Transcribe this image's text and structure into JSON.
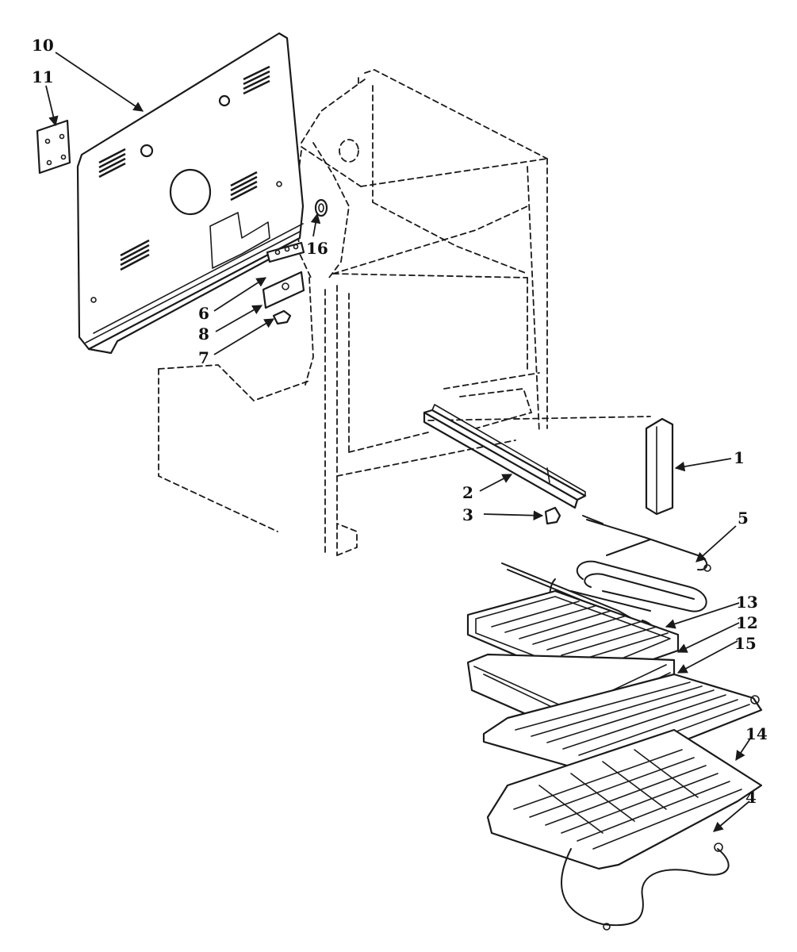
{
  "labels": {
    "l1": "1",
    "l2": "2",
    "l3": "3",
    "l4": "4",
    "l5": "5",
    "l6": "6",
    "l7": "7",
    "l8": "8",
    "l10": "10",
    "l11": "11",
    "l12": "12",
    "l13": "13",
    "l14": "14",
    "l15": "15",
    "l16": "16"
  }
}
